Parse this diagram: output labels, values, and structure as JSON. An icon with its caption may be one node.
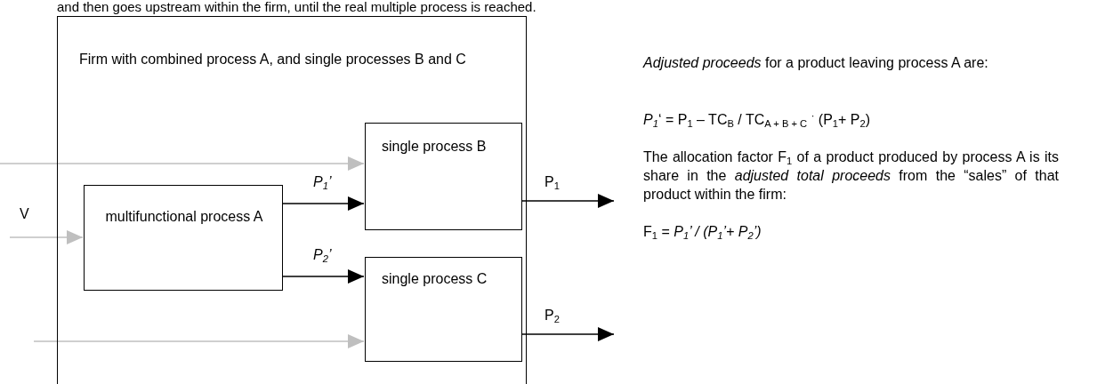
{
  "diagram": {
    "nodes": [
      {
        "text": [
          "Firm with combined process A, and single processes B and C"
        ]
      },
      {
        "text": [
          "multifunctional process A"
        ],
        "in": 0
      },
      {
        "text": [
          "single process B"
        ],
        "in": 0
      },
      {
        "text": [
          "single process C"
        ],
        "in": 0
      }
    ],
    "edges": [
      {
        "from": null,
        "to": 1,
        "arrow": "to",
        "label": "V",
        "color": "#bfbfbf"
      },
      {
        "from": null,
        "to": 2,
        "arrow": "to",
        "color": "#bfbfbf"
      },
      {
        "from": null,
        "to": 3,
        "arrow": "to",
        "color": "#bfbfbf"
      },
      {
        "from": 1,
        "to": 2,
        "arrow": "to",
        "label": "*P$_{1}$’*"
      },
      {
        "from": 1,
        "to": 3,
        "arrow": "to",
        "label": "*P$_{2}$’*"
      },
      {
        "from": 2,
        "to": null,
        "arrow": "to",
        "label": "P$_{1}$"
      },
      {
        "from": 3,
        "to": null,
        "arrow": "to",
        "label": "P$_{2}$"
      }
    ],
    "labels": [
      "and then goes upstream within the firm, until the real multiple process is reached.",
      "*Adjusted proceeds* for a product leaving process A are:",
      "*P$_{1}$*‘ =  P$_{1}$ – TC$_{B}$ / TC$_{A + B + C}$ $^{·}$ (P$_{1}$+ P$_{2}$)",
      "The allocation factor F$_{1}$ of a product produced by process A is its share in the *adjusted total proceeds* from the “sales” of that product within the firm:",
      "F$_{1}$ = *P$_{1}$’ / (P$_{1}$’+ P$_{2}$’)*"
    ]
  }
}
